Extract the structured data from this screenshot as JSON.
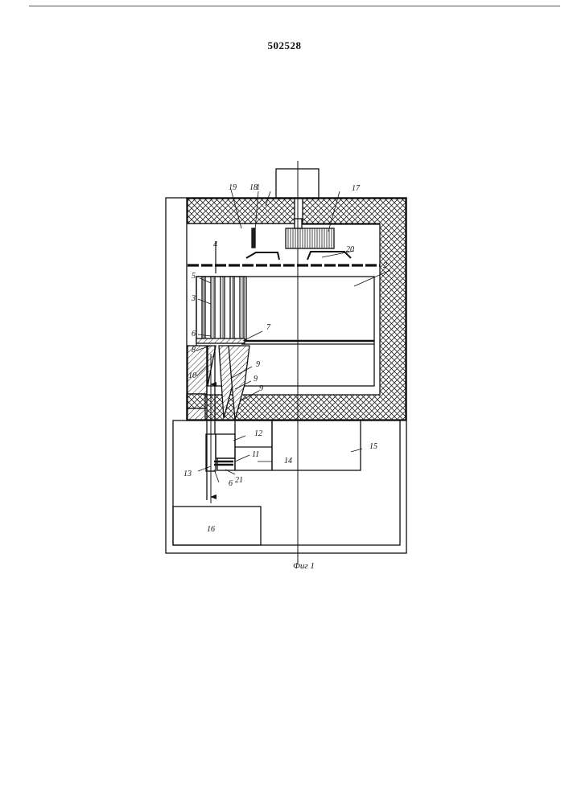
{
  "header": {
    "patent_number": "502528"
  },
  "figure": {
    "caption": "Фиг 1",
    "labels": {
      "l1": "1",
      "l2": "2",
      "l3": "3",
      "l4": "4",
      "l5": "5",
      "l6a": "6",
      "l6b": "6",
      "l7": "7",
      "l8": "8",
      "l9a": "9",
      "l9b": "9",
      "l9c": "9",
      "l10": "10",
      "l11": "11",
      "l12": "12",
      "l13": "13",
      "l14": "14",
      "l15": "15",
      "l16": "16",
      "l17": "17",
      "l18": "18",
      "l19": "19",
      "l20": "20",
      "l21": "21"
    }
  }
}
